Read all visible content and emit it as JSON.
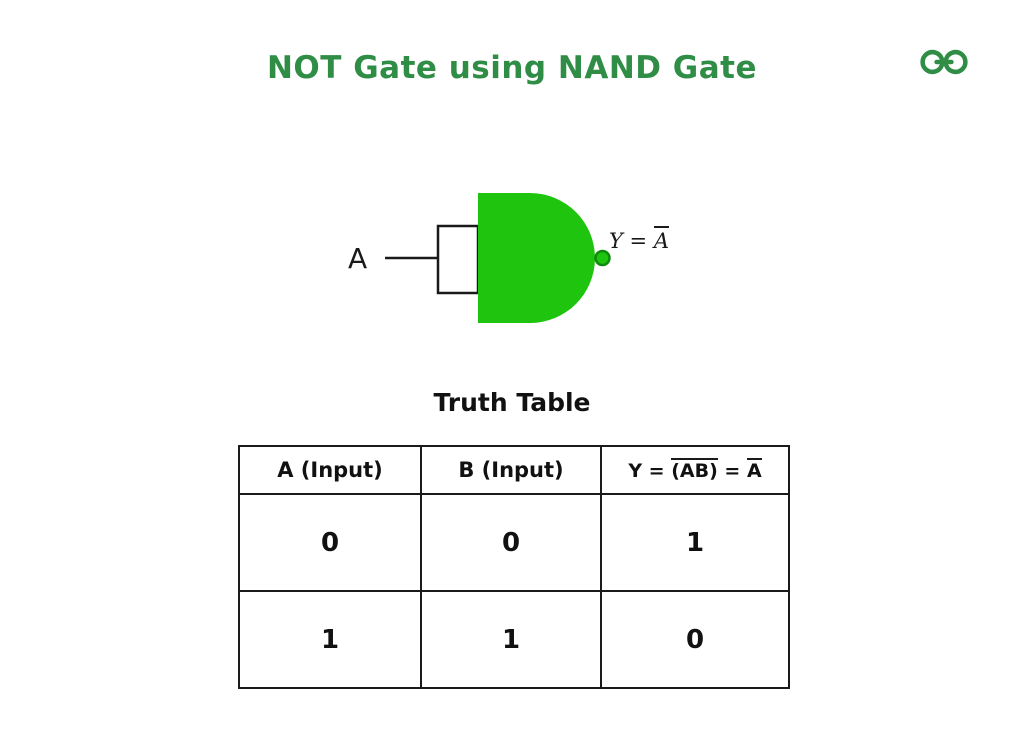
{
  "title": "NOT Gate using NAND Gate",
  "icons": {
    "logo": "geeksforgeeks-logo"
  },
  "colors": {
    "title_green": "#2f8d46",
    "gate_green": "#1fc40e",
    "bubble_ring": "#0e8a0e",
    "ink": "#1a1a1a"
  },
  "diagram": {
    "input_label": "A",
    "output": {
      "prefix": "Y = ",
      "overlined": "A"
    }
  },
  "truth_table": {
    "heading": "Truth Table",
    "headers": {
      "a": "A (Input)",
      "b": "B (Input)",
      "y_prefix": "Y = ",
      "y_over1": "(AB)",
      "y_mid": " = ",
      "y_over2": "A"
    },
    "rows": [
      [
        "0",
        "0",
        "1"
      ],
      [
        "1",
        "1",
        "0"
      ]
    ]
  }
}
